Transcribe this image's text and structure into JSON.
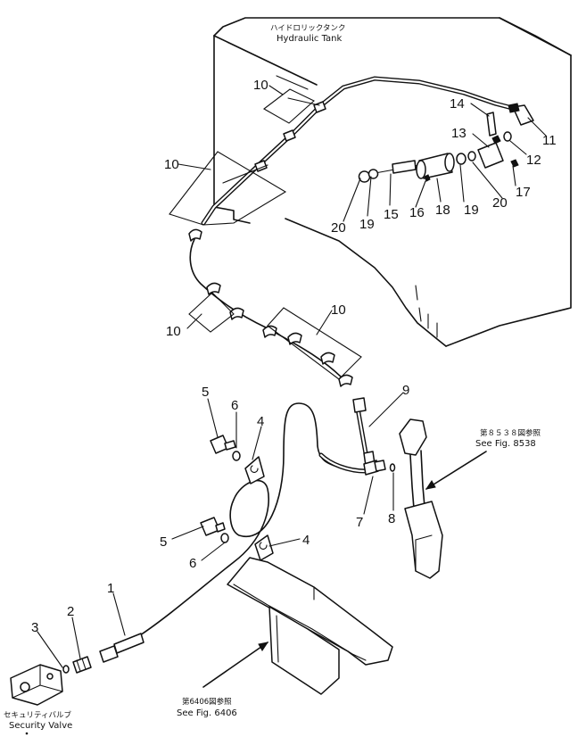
{
  "captions": {
    "tank_jp": "ハイドロリックタンク",
    "tank_en": "Hydraulic Tank",
    "fig8538_jp": "第８５３８図参照",
    "fig8538_en": "See Fig. 8538",
    "fig6406_jp": "第6406図参照",
    "fig6406_en": "See Fig. 6406",
    "valve_jp": "セキュリティバルブ",
    "valve_en": "Security Valve"
  },
  "callouts": [
    {
      "id": "c1",
      "label": "1"
    },
    {
      "id": "c2",
      "label": "2"
    },
    {
      "id": "c3",
      "label": "3"
    },
    {
      "id": "c4a",
      "label": "4"
    },
    {
      "id": "c4b",
      "label": "4"
    },
    {
      "id": "c5a",
      "label": "5"
    },
    {
      "id": "c5b",
      "label": "5"
    },
    {
      "id": "c6a",
      "label": "6"
    },
    {
      "id": "c6b",
      "label": "6"
    },
    {
      "id": "c7",
      "label": "7"
    },
    {
      "id": "c8",
      "label": "8"
    },
    {
      "id": "c9",
      "label": "9"
    },
    {
      "id": "c10a",
      "label": "10"
    },
    {
      "id": "c10b",
      "label": "10"
    },
    {
      "id": "c10c",
      "label": "10"
    },
    {
      "id": "c10d",
      "label": "10"
    },
    {
      "id": "c11",
      "label": "11"
    },
    {
      "id": "c12",
      "label": "12"
    },
    {
      "id": "c13",
      "label": "13"
    },
    {
      "id": "c14",
      "label": "14"
    },
    {
      "id": "c15",
      "label": "15"
    },
    {
      "id": "c16",
      "label": "16"
    },
    {
      "id": "c17",
      "label": "17"
    },
    {
      "id": "c18",
      "label": "18"
    },
    {
      "id": "c19a",
      "label": "19"
    },
    {
      "id": "c19b",
      "label": "19"
    },
    {
      "id": "c20a",
      "label": "20"
    },
    {
      "id": "c20b",
      "label": "20"
    }
  ]
}
